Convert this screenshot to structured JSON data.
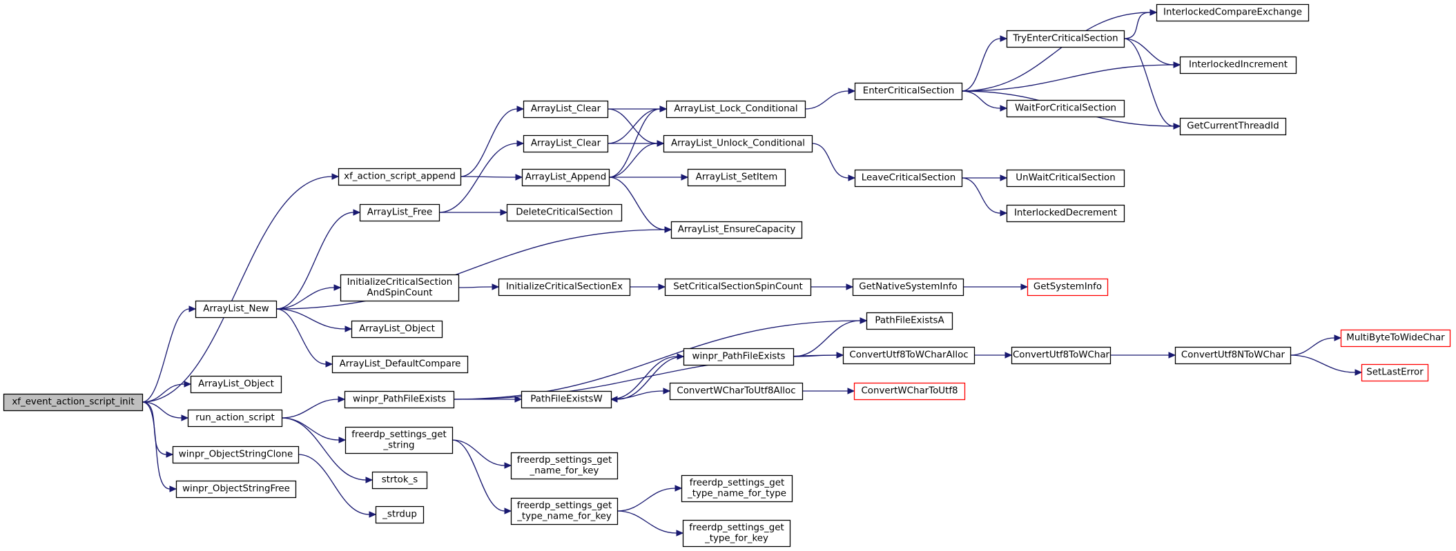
{
  "colors": {
    "edge": "#191970",
    "node_border": "#000000",
    "node_fill": "#ffffff",
    "root_fill": "#bfbfbf",
    "external_border": "#ff0000"
  },
  "nodes": [
    {
      "id": "n1",
      "lines": [
        "xf_event_action_script_init"
      ],
      "kind": "root"
    },
    {
      "id": "n2",
      "lines": [
        "xf_action_script_append"
      ]
    },
    {
      "id": "n3",
      "lines": [
        "ArrayList_New"
      ]
    },
    {
      "id": "n4",
      "lines": [
        "ArrayList_Object"
      ]
    },
    {
      "id": "n5",
      "lines": [
        "run_action_script"
      ]
    },
    {
      "id": "n6",
      "lines": [
        "winpr_ObjectStringClone"
      ]
    },
    {
      "id": "n7",
      "lines": [
        "winpr_ObjectStringFree"
      ]
    },
    {
      "id": "n8",
      "lines": [
        "ArrayList_Clear"
      ]
    },
    {
      "id": "n9",
      "lines": [
        "ArrayList_Append"
      ]
    },
    {
      "id": "n10",
      "lines": [
        "ArrayList_Free"
      ]
    },
    {
      "id": "n11",
      "lines": [
        "InitializeCriticalSection",
        "AndSpinCount"
      ]
    },
    {
      "id": "n12",
      "lines": [
        "ArrayList_Object"
      ]
    },
    {
      "id": "n13",
      "lines": [
        "ArrayList_DefaultCompare"
      ]
    },
    {
      "id": "n14",
      "lines": [
        "winpr_PathFileExists"
      ]
    },
    {
      "id": "n15",
      "lines": [
        "freerdp_settings_get",
        "_string"
      ]
    },
    {
      "id": "n16",
      "lines": [
        "strtok_s"
      ]
    },
    {
      "id": "n17",
      "lines": [
        "_strdup"
      ]
    },
    {
      "id": "n18",
      "lines": [
        "ArrayList_Lock_Conditional"
      ]
    },
    {
      "id": "n19",
      "lines": [
        "ArrayList_Unlock_Conditional"
      ]
    },
    {
      "id": "n20",
      "lines": [
        "ArrayList_SetItem"
      ]
    },
    {
      "id": "n21",
      "lines": [
        "ArrayList_EnsureCapacity"
      ]
    },
    {
      "id": "n22",
      "lines": [
        "ArrayList_Clear"
      ]
    },
    {
      "id": "n23",
      "lines": [
        "DeleteCriticalSection"
      ]
    },
    {
      "id": "n24",
      "lines": [
        "InitializeCriticalSectionEx"
      ]
    },
    {
      "id": "n25",
      "lines": [
        "PathFileExistsW"
      ]
    },
    {
      "id": "n26",
      "lines": [
        "ConvertUtf8ToWCharAlloc"
      ]
    },
    {
      "id": "n27",
      "lines": [
        "freerdp_settings_get",
        "_name_for_key"
      ]
    },
    {
      "id": "n28",
      "lines": [
        "freerdp_settings_get",
        "_type_name_for_key"
      ]
    },
    {
      "id": "n29",
      "lines": [
        "EnterCriticalSection"
      ]
    },
    {
      "id": "n30",
      "lines": [
        "LeaveCriticalSection"
      ]
    },
    {
      "id": "n31",
      "lines": [
        "SetCriticalSectionSpinCount"
      ]
    },
    {
      "id": "n32",
      "lines": [
        "winpr_PathFileExists"
      ]
    },
    {
      "id": "n33",
      "lines": [
        "ConvertWCharToUtf8Alloc"
      ]
    },
    {
      "id": "n34",
      "lines": [
        "ConvertUtf8ToWChar"
      ]
    },
    {
      "id": "n35",
      "lines": [
        "freerdp_settings_get",
        "_type_name_for_type"
      ]
    },
    {
      "id": "n36",
      "lines": [
        "freerdp_settings_get",
        "_type_for_key"
      ]
    },
    {
      "id": "n37",
      "lines": [
        "TryEnterCriticalSection"
      ]
    },
    {
      "id": "n38",
      "lines": [
        "InterlockedIncrement"
      ]
    },
    {
      "id": "n39",
      "lines": [
        "WaitForCriticalSection"
      ]
    },
    {
      "id": "n40",
      "lines": [
        "GetCurrentThreadId"
      ]
    },
    {
      "id": "n41",
      "lines": [
        "UnWaitCriticalSection"
      ]
    },
    {
      "id": "n42",
      "lines": [
        "InterlockedDecrement"
      ]
    },
    {
      "id": "n43",
      "lines": [
        "GetNativeSystemInfo"
      ]
    },
    {
      "id": "n44",
      "lines": [
        "PathFileExistsA"
      ]
    },
    {
      "id": "n45",
      "lines": [
        "ConvertWCharToUtf8"
      ],
      "kind": "external"
    },
    {
      "id": "n46",
      "lines": [
        "ConvertUtf8NToWChar"
      ]
    },
    {
      "id": "n47",
      "lines": [
        "InterlockedCompareExchange"
      ]
    },
    {
      "id": "n48",
      "lines": [
        "GetSystemInfo"
      ],
      "kind": "external"
    },
    {
      "id": "n49",
      "lines": [
        "MultiByteToWideChar"
      ],
      "kind": "external"
    },
    {
      "id": "n50",
      "lines": [
        "SetLastError"
      ],
      "kind": "external"
    }
  ],
  "edges": [
    [
      "n1",
      "n2"
    ],
    [
      "n1",
      "n3"
    ],
    [
      "n1",
      "n4"
    ],
    [
      "n1",
      "n5"
    ],
    [
      "n1",
      "n6"
    ],
    [
      "n1",
      "n7"
    ],
    [
      "n2",
      "n8"
    ],
    [
      "n2",
      "n9"
    ],
    [
      "n3",
      "n10"
    ],
    [
      "n3",
      "n11"
    ],
    [
      "n3",
      "n12"
    ],
    [
      "n3",
      "n13"
    ],
    [
      "n3",
      "n21"
    ],
    [
      "n5",
      "n14"
    ],
    [
      "n5",
      "n15"
    ],
    [
      "n5",
      "n16"
    ],
    [
      "n6",
      "n17"
    ],
    [
      "n8",
      "n18"
    ],
    [
      "n8",
      "n19"
    ],
    [
      "n9",
      "n18"
    ],
    [
      "n9",
      "n19"
    ],
    [
      "n9",
      "n20"
    ],
    [
      "n9",
      "n21"
    ],
    [
      "n10",
      "n22"
    ],
    [
      "n10",
      "n23"
    ],
    [
      "n22",
      "n18"
    ],
    [
      "n22",
      "n19"
    ],
    [
      "n11",
      "n24"
    ],
    [
      "n14",
      "n25"
    ],
    [
      "n14",
      "n44"
    ],
    [
      "n14",
      "n26"
    ],
    [
      "n15",
      "n27"
    ],
    [
      "n15",
      "n28"
    ],
    [
      "n18",
      "n29"
    ],
    [
      "n19",
      "n30"
    ],
    [
      "n24",
      "n31"
    ],
    [
      "n25",
      "n32"
    ],
    [
      "n25",
      "n33"
    ],
    [
      "n32",
      "n25"
    ],
    [
      "n32",
      "n44"
    ],
    [
      "n32",
      "n26"
    ],
    [
      "n26",
      "n34"
    ],
    [
      "n28",
      "n35"
    ],
    [
      "n28",
      "n36"
    ],
    [
      "n29",
      "n37"
    ],
    [
      "n29",
      "n38"
    ],
    [
      "n29",
      "n39"
    ],
    [
      "n29",
      "n40"
    ],
    [
      "n29",
      "n47"
    ],
    [
      "n37",
      "n47"
    ],
    [
      "n37",
      "n38"
    ],
    [
      "n37",
      "n40"
    ],
    [
      "n30",
      "n41"
    ],
    [
      "n30",
      "n42"
    ],
    [
      "n31",
      "n43"
    ],
    [
      "n33",
      "n45"
    ],
    [
      "n34",
      "n46"
    ],
    [
      "n43",
      "n48"
    ],
    [
      "n46",
      "n49"
    ],
    [
      "n46",
      "n50"
    ]
  ]
}
